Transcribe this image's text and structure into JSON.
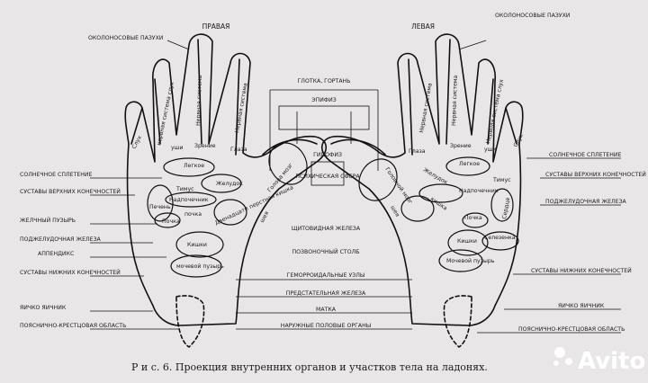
{
  "caption": "Р и с. 6. Проекция внутренних органов и участков тела на ладонях.",
  "watermark": "Avito",
  "hand_titles": {
    "right": "ПРАВАЯ",
    "left": "ЛЕВАЯ"
  },
  "top_labels": {
    "sinus_right": "ОКОЛОНОСОВЫЕ ПАЗУХИ",
    "sinus_left": "ОКОЛОНОСОВЫЕ ПАЗУХИ",
    "pharynx": "ГЛОТКА, ГОРТАНЬ",
    "epiphysis": "ЭПИФИЗ",
    "hypophysis": "ГИПОФИЗ",
    "psyche": "ПСИХИЧЕСКАЯ СФЕРА",
    "thyroid": "ЩИТОВИДНАЯ ЖЕЛЕЗА",
    "spine": "ПОЗВОНОЧНЫЙ СТОЛБ",
    "hemorrhoid": "ГЕМОРРОИДАЛЬНЫЕ УЗЛЫ",
    "prostate": "ПРЕДСТАТЕЛЬНАЯ ЖЕЛЕЗА",
    "uterus": "МАТКА",
    "genitals": "НАРУЖНЫЕ ПОЛОВЫЕ ОРГАНЫ"
  },
  "left_side_labels": [
    "СОЛНЕЧНОЕ СПЛЕТЕНИЕ",
    "СУСТАВЫ ВЕРХНИХ КОНЕЧНОСТЕЙ",
    "ЖЕЛЧНЫЙ ПУЗЫРЬ",
    "ПОДЖЕЛУДОЧНАЯ ЖЕЛЕЗА",
    "АППЕНДИКС",
    "СУСТАВЫ НИЖНИХ КОНЕЧНОСТЕЙ",
    "ЯИЧКО  ЯИЧНИК",
    "ПОЯСНИЧНО-КРЕСТЦОВАЯ ОБЛАСТЬ"
  ],
  "right_side_labels": [
    "СОЛНЕЧНОЕ СПЛЕТЕНИЕ",
    "СУСТАВЫ ВЕРХНИХ КОНЕЧНОСТЕЙ",
    "ПОДЖЕЛУДОЧНАЯ ЖЕЛЕЗА",
    "СУСТАВЫ НИЖНИХ КОНЕЧНОСТЕЙ",
    "ЯИЧКО  ЯИЧНИК",
    "ПОЯСНИЧНО-КРЕСТЦОВАЯ ОБЛАСТЬ"
  ],
  "right_hand": {
    "finger_labels": [
      "Слух",
      "нервная система слух",
      "Нервная система",
      "Нервная система"
    ],
    "small": [
      "уши",
      "Зрение",
      "Глаза",
      "Голова мозг",
      "шея"
    ],
    "organs": [
      "Легкое",
      "Тимус",
      "Надпочечник",
      "Желудок",
      "почка",
      "Печень",
      "Почка",
      "Двенадцати перстная кишка",
      "Кишки",
      "мочевой пузырь"
    ]
  },
  "left_hand": {
    "finger_labels": [
      "Нервная система",
      "Нервная система",
      "Нервная система слух",
      "Слух"
    ],
    "small": [
      "Глаза",
      "Зрение",
      "уши",
      "Головной мозг",
      "шея"
    ],
    "organs": [
      "Желудок",
      "Легкое",
      "Тимус",
      "Надпочечник",
      "кишка",
      "Почка",
      "Сердце",
      "Селезенка",
      "Кишки",
      "Мочевой пузырь"
    ]
  }
}
